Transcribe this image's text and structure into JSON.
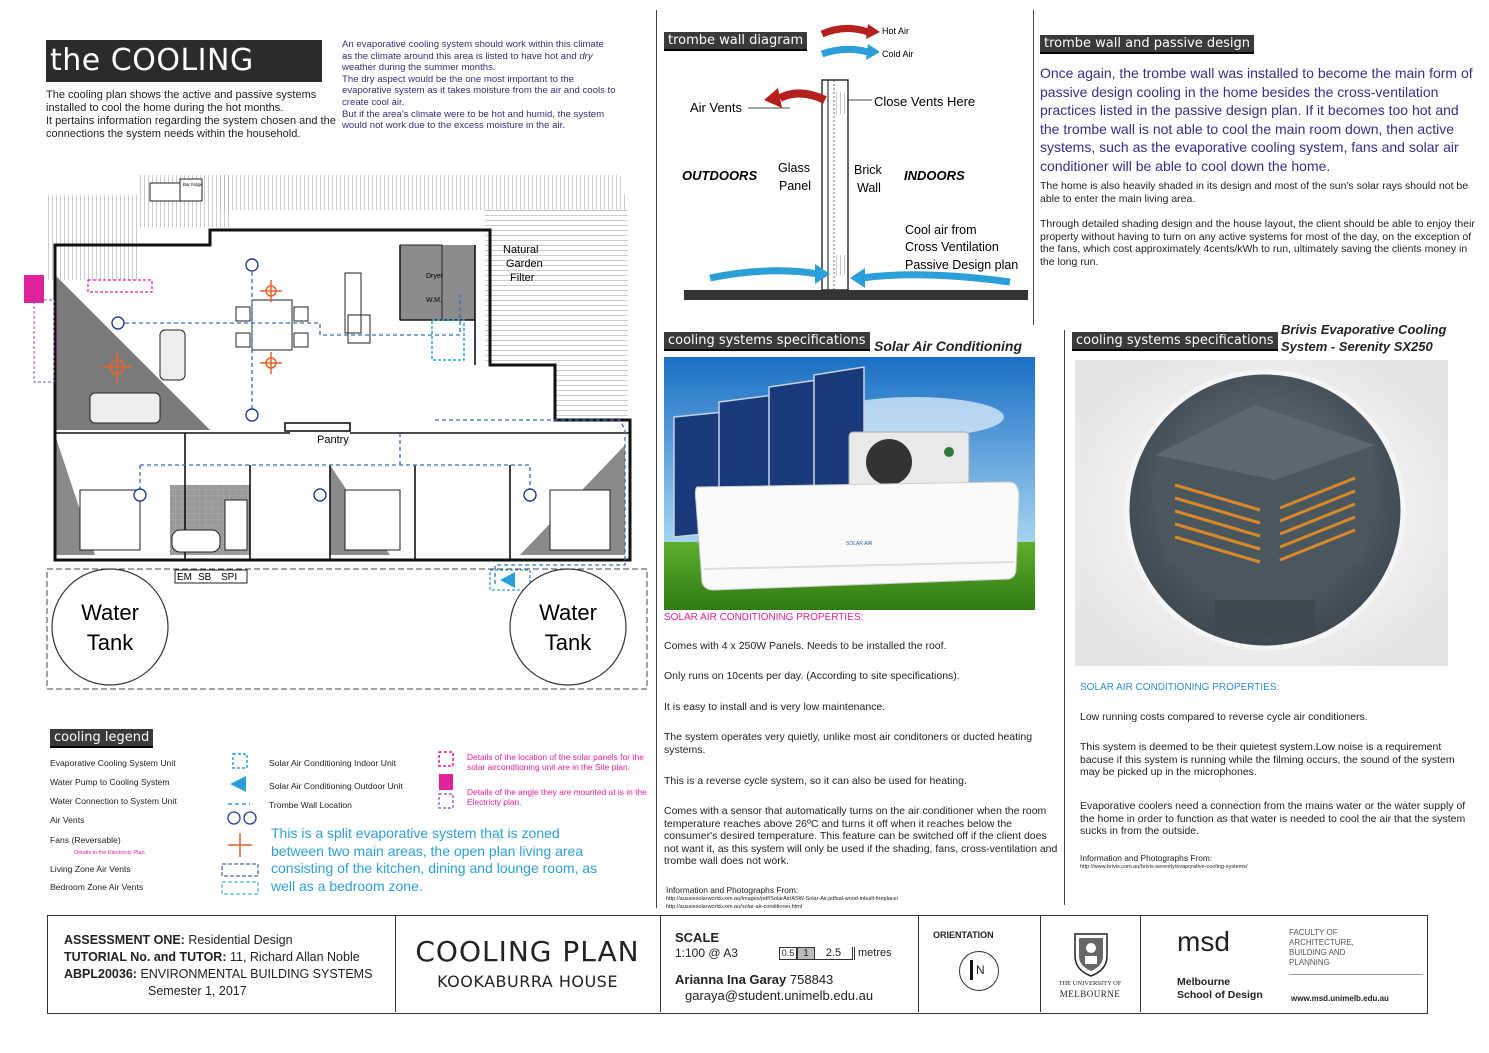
{
  "title": "the COOLING PLAN",
  "intro": [
    "The cooling plan shows the active and passive systems installed to cool the home during the hot months.",
    "It pertains information regarding the system chosen and the connections the system needs within the household."
  ],
  "blue_note": {
    "line1a": "An evaporative cooling system should work within this climate as the climate around this area is listed to have hot and ",
    "line1b": "dry",
    "line1c": " weather during the summer months.",
    "line2": "The dry aspect would be the one most important to the evaporative system as it takes moisture from the air and cools to create cool air.",
    "line3": "But if the area's climate were to be hot and humid, the system would not work due to the excess moisture in the air."
  },
  "plan": {
    "bar_fridge": "Bar fridge",
    "natural_garden": [
      "Natural",
      "Garden",
      "Filter"
    ],
    "dryer": "Dryer",
    "wm": "W.M.",
    "pantry": "Pantry",
    "em": "EM",
    "sb": "SB",
    "sp": "SPI",
    "tank_left": [
      "Water",
      "Tank"
    ],
    "tank_right": [
      "Water",
      "Tank"
    ]
  },
  "legend": {
    "header": "cooling legend",
    "items_left": [
      "Evaporative Cooling System Unit",
      "Water Pump to Cooling System",
      "Water Connection to System Unit",
      "Air Vents",
      "Fans (Reversable)",
      "Living Zone Air Vents",
      "Bedroom Zone Air Vents"
    ],
    "fans_note": "Details in the Electricity Plan",
    "items_mid": [
      "Solar Air Conditioning Indoor Unit",
      "Solar Air Conditioning Outdoor Unit",
      "Trombe Wall Location"
    ],
    "items_right": [
      "Details of the location of the solar panels for the solar aircondtioning unit are in the Site plan.",
      "Details of the angle they are mounted at is in the Electricty plan."
    ],
    "split_text": "This is a split evaporative system that is zoned between two main areas, the open plan living area consisting of the kitchen, dining and lounge room, as well as a bedroom zone."
  },
  "trombe": {
    "header": "trombe wall diagram",
    "hot_air": "Hot Air",
    "cold_air": "Cold Air",
    "air_vents": "Air Vents",
    "close_vents": "Close Vents Here",
    "outdoors": "OUTDOORS",
    "indoors": "INDOORS",
    "glass": [
      "Glass",
      "Panel"
    ],
    "brick": [
      "Brick",
      "Wall"
    ],
    "cool_air": [
      "Cool air from",
      "Cross Ventilation",
      "Passive Design plan"
    ]
  },
  "passive": {
    "header": "trombe wall and passive design",
    "lead": "Once again, the trombe wall was installed to become the main form of passive design cooling in the home besides the cross-ventilation practices listed in the passive design plan. If it becomes too hot and the trombe wall is not able to cool the main room down, then active systems, such as the evaporative cooling system, fans and solar air conditioner will be able to cool down the home.",
    "p2": "The home is also heavily shaded in its design and most of the sun's solar rays should not be able to enter the main living area.",
    "p3": "Through detailed shading design and the house layout, the client should be able to enjoy their property without having to turn on any active systems for most of the day, on the exception of the fans, which cost approximately 4cents/kWh to run, ultimately saving the clients money in the long run."
  },
  "solar": {
    "header": "cooling systems specifications",
    "product": "Solar Air Conditioning",
    "brand_on_unit": "SOLAR AIR",
    "props_header": "SOLAR AIR CONDITIONING PROPERTIES:",
    "items": [
      "Comes with 4 x 250W Panels. Needs to be installed the roof.",
      "Only runs on 10cents per day. (According to site specifications).",
      "It is easy to install and is very low maintenance.",
      "The system operates very quietly, unlike most air conditoners or ducted heating systems.",
      "This is a reverse cycle system, so it can also be used for heating.",
      "Comes with a sensor that automatically turns on the air conditioner when the room temperature reaches above 26ºC and turns it off when it reaches below the consumer's desired temperature. This feature can be switched off if the client does not want it, as this system will only be used if the shading, fans, cross-ventilation and trombe wall does not work."
    ],
    "source_label": "Information and Photographs From:",
    "sources": [
      "http://aussiesolarworld.com.au/images/pdf/SolarAir/ASW-Solar-Air.pdfsal-wood-inbuilt-fireplace/",
      "http://aussiesolarworld.com.au/solar-air-conditioner.html"
    ]
  },
  "brivis": {
    "header": "cooling systems specifications",
    "product": [
      "Brivis Evaporative Cooling",
      "System - Serenity SX250"
    ],
    "props_header": "SOLAR AIR CONDITIONING PROPERTIES:",
    "items": [
      "Low running costs compared to reverse cycle air conditioners.",
      "This system is deemed to be their quietest system.Low noise is a requirement bacuse if this system is running while the filming occurs, the sound of the system may be picked up in the microphones.",
      "Evaporative coolers need a connection from the mains water or the water supply of the home in order to function as that water is needed to cool the air that the system sucks in from the outside."
    ],
    "source_label": "Information and Photographs From:",
    "source": "http://www.brivis.com.au/brivis-serenity/evaporative-cooling-systems/"
  },
  "titleblock": {
    "assessment_label": "ASSESSMENT ONE:",
    "assessment": "Residential Design",
    "tutorial_label": "TUTORIAL No. and TUTOR:",
    "tutorial": "11, Richard Allan Noble",
    "subject_label": "ABPL20036:",
    "subject": "ENVIRONMENTAL BUILDING SYSTEMS",
    "semester": "Semester 1, 2017",
    "plan_title": "COOLING PLAN",
    "house": "KOOKABURRA HOUSE",
    "scale_label": "SCALE",
    "scale": "1:100 @ A3",
    "scale_ticks": [
      "0.5",
      "1",
      "2.5"
    ],
    "scale_unit": "metres",
    "student_name": "Arianna Ina Garay",
    "student_no": "758843",
    "email": "garaya@student.unimelb.edu.au",
    "orientation": "ORIENTATION",
    "north": "N",
    "uni_line1": "THE UNIVERSITY OF",
    "uni_line2": "MELBOURNE",
    "msd": "msd",
    "msd_name": [
      "Melbourne",
      "School of Design"
    ],
    "faculty": [
      "FACULTY OF",
      "ARCHITECTURE,",
      "BUILDING AND",
      "PLANNING"
    ],
    "website": "www.msd.unimelb.edu.au"
  },
  "colors": {
    "dark_header": "#3a3a3a",
    "purple_text": "#3a2d8c",
    "pink": "#e0219a",
    "cyan": "#2d9fd8",
    "hot_red": "#b5201c",
    "orange_fan": "#e8622a"
  }
}
